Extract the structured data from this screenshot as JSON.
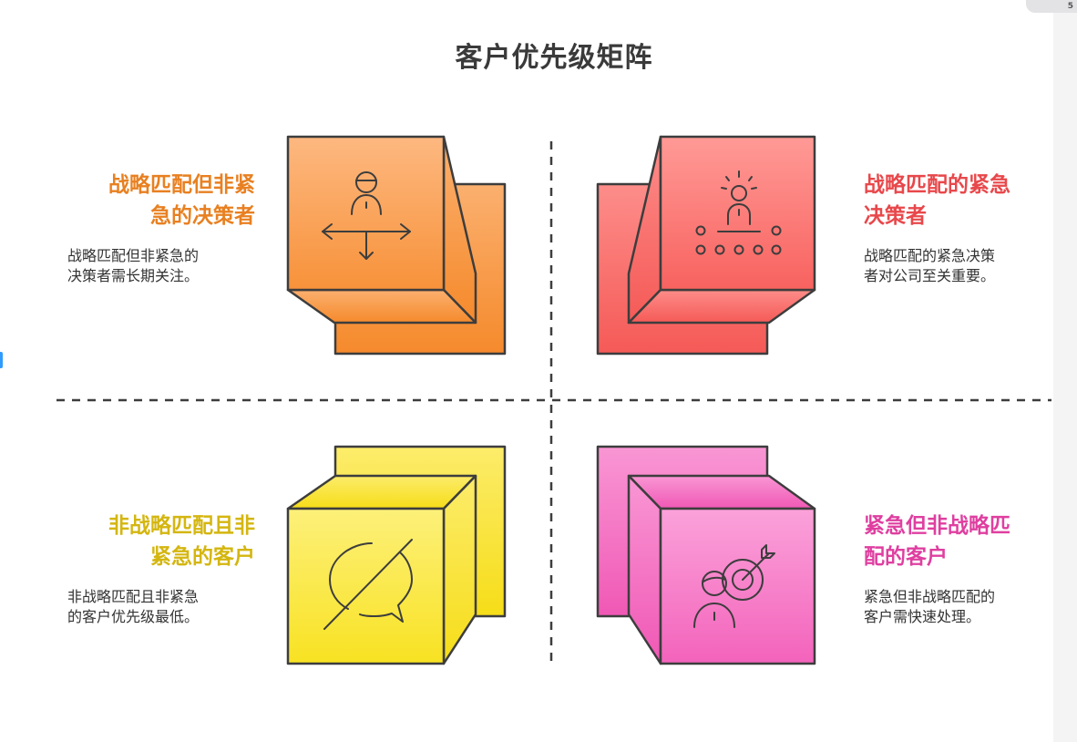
{
  "title": "客户优先级矩阵",
  "corner_tab": "5",
  "quadrants": {
    "top_left": {
      "heading_line1": "战略匹配但非紧",
      "heading_line2": "急的决策者",
      "desc_line1": "战略匹配但非紧急的",
      "desc_line2": "决策者需长期关注。",
      "color": "#e88021",
      "icon": "person-arrows-icon"
    },
    "top_right": {
      "heading_line1": "战略匹配的紧急",
      "heading_line2": "决策者",
      "desc_line1": "战略匹配的紧急决策",
      "desc_line2": "者对公司至关重要。",
      "color": "#e8484b",
      "icon": "presenter-audience-icon"
    },
    "bottom_left": {
      "heading_line1": "非战略匹配且非",
      "heading_line2": "紧急的客户",
      "desc_line1": "非战略匹配且非紧急",
      "desc_line2": "的客户优先级最低。",
      "color": "#d4b610",
      "icon": "no-chat-icon"
    },
    "bottom_right": {
      "heading_line1": "紧急但非战略匹",
      "heading_line2": "配的客户",
      "desc_line1": "紧急但非战略匹配的",
      "desc_line2": "客户需快速处理。",
      "color": "#df3fa0",
      "icon": "person-target-icon"
    }
  }
}
